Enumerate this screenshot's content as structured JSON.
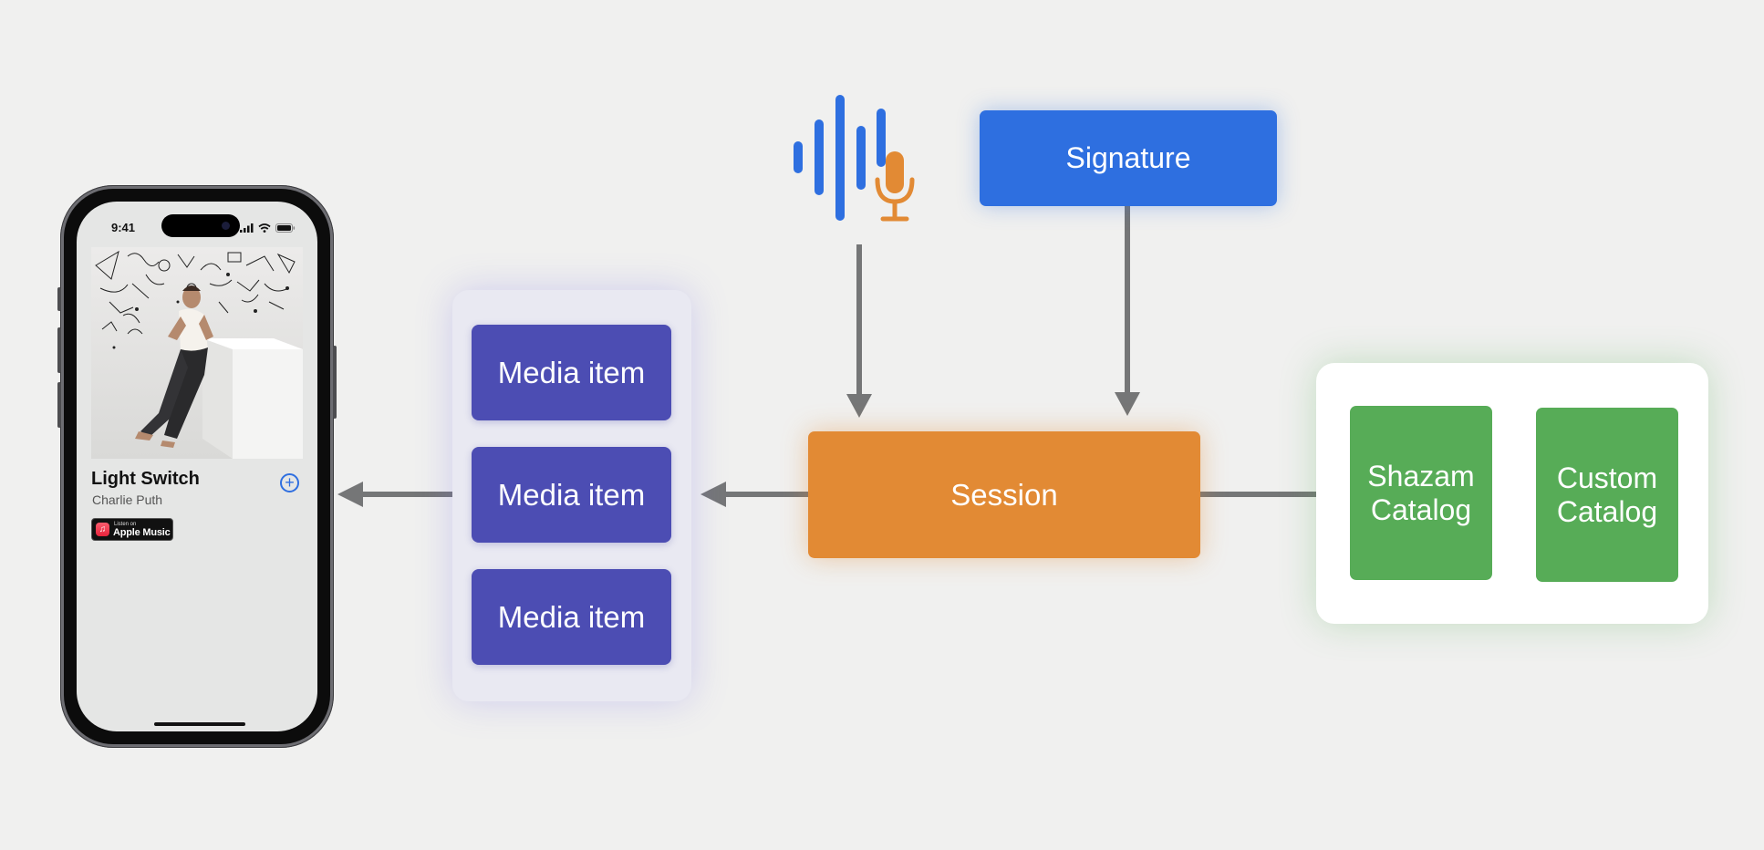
{
  "phone": {
    "time": "9:41",
    "song_title": "Light Switch",
    "artist": "Charlie Puth",
    "badge_small": "Listen on",
    "badge_big": "Apple Music",
    "add_symbol": "+"
  },
  "diagram": {
    "media_items": [
      "Media item",
      "Media item",
      "Media item"
    ],
    "signature": "Signature",
    "session": "Session",
    "catalogs": [
      {
        "line1": "Shazam",
        "line2": "Catalog"
      },
      {
        "line1": "Custom",
        "line2": "Catalog"
      }
    ]
  },
  "colors": {
    "signature": "#2e6fe0",
    "session": "#e28a34",
    "media_item": "#4c4db3",
    "catalog": "#57ac57",
    "arrow": "#757677",
    "mic": "#e28a34"
  },
  "icons": [
    "waveform-icon",
    "microphone-icon",
    "plus-circle-icon",
    "apple-music-icon",
    "signal-icon",
    "wifi-icon",
    "battery-icon"
  ]
}
